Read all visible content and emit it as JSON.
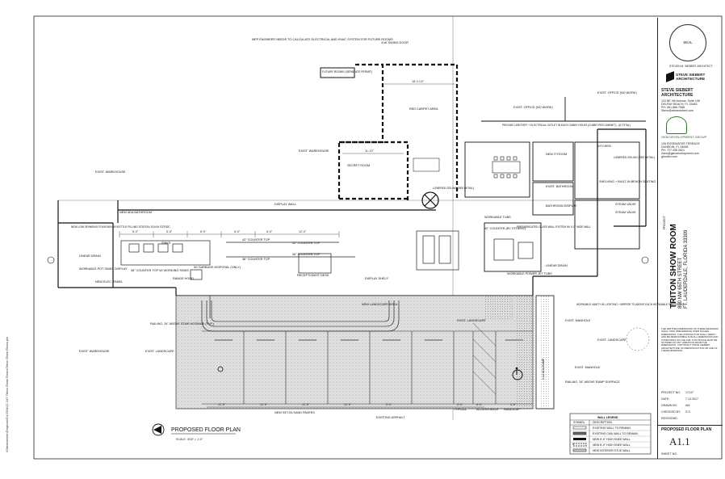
{
  "drawing": {
    "title": "PROPOSED FLOOR PLAN",
    "scale": "SCALE: 3/16\" = 1'-0\"",
    "file_path": "\\\\Steveserver\\Dropbox\\S4-SSA\\17-147 Triton Show Room\\Triton Show Room.pln",
    "labels": {
      "mep_note": "MEP ENGINEER NEEDS TO CALCULATE ELECTRICAL AND HVAC SYSTEM FOR FUTURE ROOMS",
      "future_rooms": "FUTURE ROOMS (SEPARATE PERMIT)",
      "swing_door": "4'x8' SWING DOOR",
      "red_carpet": "RED CARPET AREA",
      "exist_warehouse_1": "EXIST. WAREHOUSE",
      "exist_warehouse_2": "EXIST. WAREHOUSE",
      "exist_warehouse_3": "EXIST. WAREHOUSE",
      "secret_room": "SECRET ROOM",
      "exist_office_1": "EXIST. OFFICE (NO WORK)",
      "exist_office_2": "EXIST. OFFICE (NO WORK)",
      "kitchen": "KITCHEN",
      "new_it_room": "NEW IT ROOM",
      "exist_bathroom": "EXIST. BATHROOM",
      "bathroom_display": "BATHROOM DISPLAY",
      "usb_note": "PROVIDE USB PORT + ELECTRICAL OUTLET IN EACH CUBBY HOLES (CUBBY PER CABINET) - (6 TOTAL)",
      "shelving": "SHELVING + BUILT-IN BENCH SEATING",
      "display_wall": "DISPLAY WALL",
      "new_ada_bathroom": "NEW ADA BATHROOM",
      "drinking_fountain": "NEW LOW DRINKING FOUNTAIN W/ BOTTLE FILLING STATION, ELKAY EZF52C",
      "linear_drain_1": "LINEAR DRAIN",
      "linear_drain_2": "LINEAR DRAIN",
      "workable_pot": "WORKABLE POT SINKS DISPLAY",
      "new_elec_panel": "NEW ELEC. PANEL",
      "sinks": "SINKS",
      "counter_42_1": "42\" COUNTER TOP",
      "counter_42_2": "42\" COUNTER TOP",
      "counter_36_1": "36\" COUNTER TOP",
      "counter_36_2": "36\" COUNTER TOP",
      "counter_36_working": "36\" COUNTER TOP W/ WORKING SINKS",
      "garbage_disposal": "W/ GARBAGE DISPOSAL (ONLY)",
      "range_hood": "RANGE HOOD",
      "receptionist_desk": "RECEPTIONIST DESK",
      "display_shelf": "DISPLAY SHELF",
      "new_landscape_area": "NEW LANDSCAPE AREA",
      "workable_tubs": "WORKABLE TUBS",
      "counter_42_others": "42\" COUNTER (BY OTHERS)",
      "prefab_glass": "PREFABRICATED GLASS WALL SYSTEM W/ 4'-0\" WIDE WALL",
      "workable_tub": "WORKABLE POWER JET TUBS",
      "steam_valve_1": "STEAM VALVE",
      "steam_valve_2": "STEAM VALVE",
      "vanity_note": "WORKABLE VANITY W/ LIGHTING + MIRROR TO ABOVE EACH WORKABLE SINKS(TYP.)",
      "exist_landscape_1": "EXIST. LANDSCAPE",
      "exist_landscape_2": "EXIST. LANDSCAPE",
      "exist_landscape_3": "EXIST. LANDSCAPE",
      "exist_manhole_1": "EXIST. MANHOLE",
      "exist_manhole_2": "EXIST. MANHOLE",
      "railing_stair": "RAILING, 34\" ABOVE STAIR NOSINGS (TYP.)",
      "railing_ramp": "RAILING, 34\" ABOVE RAMP SURFACE",
      "new_pavers": "NEW SET-IN-SAND PAVERS",
      "existing_asphalt": "EXISTING ASPHALT",
      "typical": "TYPICAL",
      "access_aisle": "ACCESS AISLE",
      "handicap": "HANDICAP",
      "ramp": "1:12 ADA RAMP",
      "lowered_ceiling_1": "LOWERED CEILING (SEE DETAIL)",
      "lowered_ceiling_2": "LOWERED CEILING (SEE DETAIL)"
    },
    "dims": [
      "6'-0\"",
      "6'-0\"",
      "6'-0\"",
      "6'-0\"",
      "6'-0\"",
      "12'-0\"",
      "12'-0\"",
      "12'-0\"",
      "12'-0\"",
      "12'-0\"",
      "5'-0\"",
      "8'-0\"",
      "18'-4 1/2\"",
      "11'-10\"",
      "5'-0\"",
      "3'-0\""
    ]
  },
  "legend": {
    "title": "WALL LEGEND",
    "header": [
      "SYMBOL",
      "DESCRIPTION"
    ],
    "rows": [
      "EXISTING WALL TO REMAIN",
      "EXISTING CMU WALL TO REMAIN",
      "NEW 8'-0\" HIGH KNEE WALL",
      "NEW 8'-0\" HIGH KNEE WALL",
      "NEW INTERIOR STUD WALL"
    ]
  },
  "title_block": {
    "seal": "SEAL",
    "architect_name": "STEVEN M. SIEBERT ARCHITECT",
    "firm_logo": "STEVE SIEBERT ARCHITECTURE",
    "firm_name": "STEVE SIEBERT ARCHITECTURE",
    "firm_address": [
      "115 NE 4th Avenue, Suite 106",
      "DELRAY BEACH, FL 33483",
      "PH: 561.866.7588",
      "Steve@stevesiebert.com"
    ],
    "client_logo": "GKM DEVELOPMENT GROUP",
    "client_address": [
      "126 ROSEWATER TERRACE",
      "DUNEDIN, FL 34698",
      "PH: 727.436.2821",
      "Zach@gkmdevelopment.com",
      "gkmdev.com"
    ],
    "project_label": "PROJECT",
    "project_name": "TRITON SHOW ROOM",
    "project_address_1": "800 NW 65TH STREET",
    "project_address_2": "FT. LAUDERDALE, FLORIDA 33309",
    "copyright_note": "THE WRITTEN DIMENSIONS ON THESE DRAWINGS SHALL TAKE PRECEDENCE OVER SCALED DIMENSIONS. THE CONTRACTOR SHALL VERIFY AND BE RESPONSIBLE FOR ALL DIMENSIONS AND CONDITIONS ON THE JOB. THIS OFFICE MUST BE NOTIFIED OF ANY VARIATION FROM THE DIMENSIONS. COPYRIGHT STEVE SIEBERT ARCHITECTURE. NO REPRODUCTION OR USE OF THESE DRAWINGS.",
    "project_no_label": "PROJECT NO.",
    "project_no": "17147",
    "date_label": "DATE:",
    "date": "7.13.2017",
    "drawn_label": "DRAWN BY:",
    "drawn": "AM",
    "checked_label": "CHECKED BY:",
    "checked": "S.S.",
    "revisions_label": "REVISIONS:",
    "sheet_title": "PROPOSED FLOOR PLAN",
    "sheet_number": "A1.1",
    "sheet_no_label": "SHEET NO."
  },
  "colors": {
    "line": "#111111",
    "dash": "#111111",
    "hatch": "#888888",
    "pavers": "#d9d9d9"
  }
}
